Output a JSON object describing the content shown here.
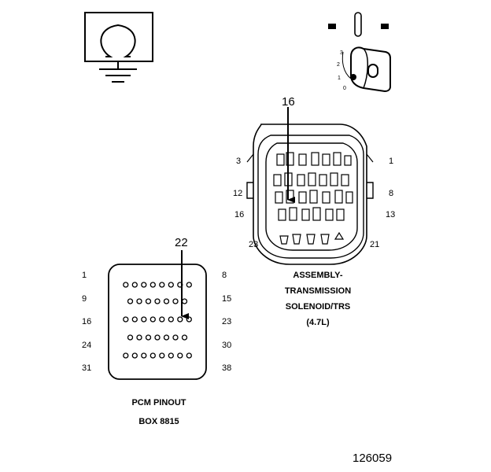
{
  "ohmmeter": {
    "icon": "ohm-ground-icon"
  },
  "ignition_key": {
    "icon": "ignition-key-icon",
    "positions": [
      "3",
      "2",
      "1",
      "0"
    ]
  },
  "solenoid_connector": {
    "callout": "16",
    "pins": {
      "top_left": "3",
      "top_right": "1",
      "mid_left": "12",
      "mid_right": "8",
      "low_left": "16",
      "low_right": "13",
      "bottom_left": "23",
      "bottom_right": "21"
    },
    "caption": [
      "ASSEMBLY-",
      "TRANSMISSION",
      "SOLENOID/TRS",
      "(4.7L)"
    ]
  },
  "pcm_connector": {
    "callout": "22",
    "row_left": [
      "1",
      "9",
      "16",
      "24",
      "31"
    ],
    "row_right": [
      "8",
      "15",
      "23",
      "30",
      "38"
    ],
    "caption": [
      "PCM PINOUT",
      "BOX 8815"
    ]
  },
  "figure_number": "126059"
}
